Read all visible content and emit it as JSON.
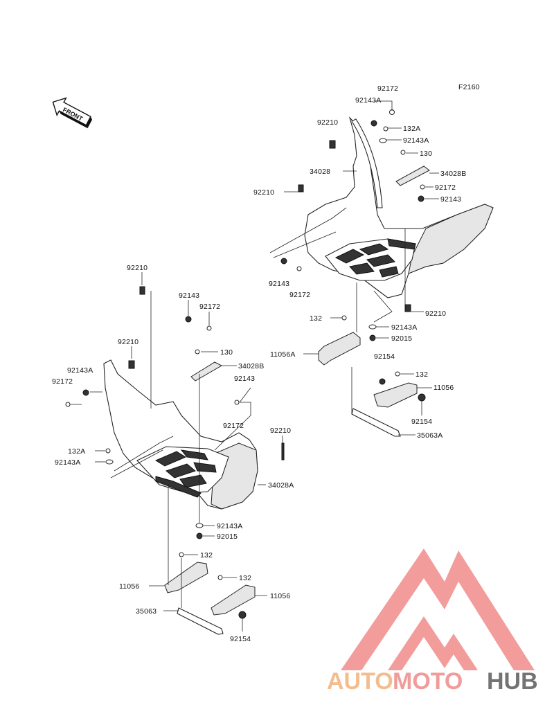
{
  "figure_code": "F2160",
  "front_label": "FRONT",
  "watermark": {
    "part1": "AUTO",
    "part2": "MOTO",
    "part3": "HUB",
    "color_a": "#f2b27a",
    "color_b": "#f08a8a",
    "color_c": "#5b5b5b"
  },
  "labels_right": {
    "l_92172_top": "92172",
    "l_92143A_top": "92143A",
    "l_92210_top": "92210",
    "l_132A_top": "132A",
    "l_92143A_2": "92143A",
    "l_130_r": "130",
    "l_34028": "34028",
    "l_34028B_r": "34028B",
    "l_92210_r": "92210",
    "l_92172_r2": "92172",
    "l_92143_r": "92143",
    "l_92143_low": "92143",
    "l_92172_low": "92172",
    "l_92210_low": "92210",
    "l_132_r": "132",
    "l_92143A_r3": "92143A",
    "l_92015_r": "92015",
    "l_11056A": "11056A",
    "l_92154_r": "92154",
    "l_132_r2": "132",
    "l_11056_r": "11056",
    "l_92154_r2": "92154",
    "l_35063A": "35063A"
  },
  "labels_left": {
    "l_92210_a": "92210",
    "l_92143_a": "92143",
    "l_92172_a": "92172",
    "l_92210_b": "92210",
    "l_130_l": "130",
    "l_92143A_l": "92143A",
    "l_34028B_l": "34028B",
    "l_92172_l": "92172",
    "l_92143_l": "92143",
    "l_92172_l2": "92172",
    "l_92210_l3": "92210",
    "l_132A_l": "132A",
    "l_92143A_l2": "92143A",
    "l_34028A": "34028A",
    "l_92143A_l3": "92143A",
    "l_92015_l": "92015",
    "l_132_l": "132",
    "l_11056_l": "11056",
    "l_132_l2": "132",
    "l_11056_l2": "11056",
    "l_35063": "35063",
    "l_92154_l": "92154"
  }
}
